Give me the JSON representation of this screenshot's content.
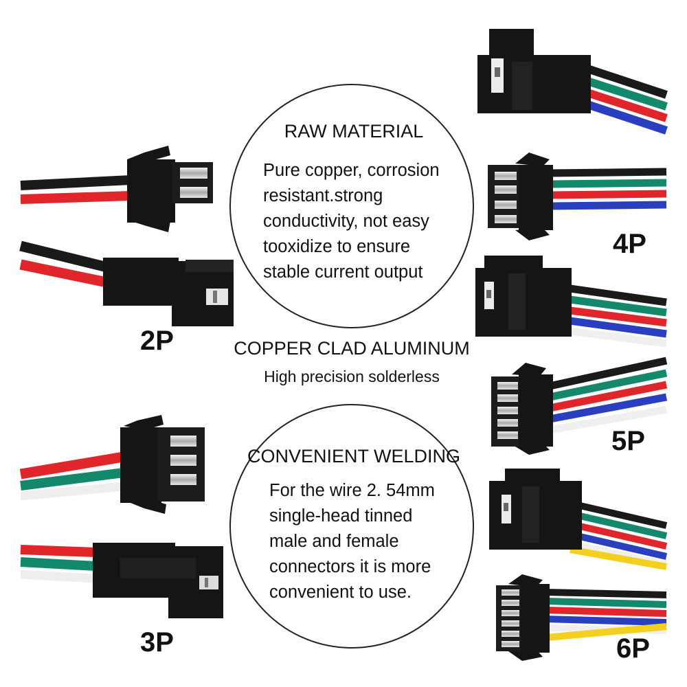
{
  "raw_material": {
    "title": "RAW MATERIAL",
    "body": "Pure copper, corrosion\nresistant.strong\nconductivity, not easy\ntooxidize to ensure\nstable current output"
  },
  "copper_clad": {
    "title": "COPPER CLAD ALUMINUM",
    "subtitle": "High precision solderless"
  },
  "convenient_welding": {
    "title": "CONVENIENT WELDING",
    "body": "For the wire 2. 54mm\nsingle-head tinned\nmale and female\nconnectors it is more\nconvenient to use."
  },
  "size_labels": {
    "p2": "2P",
    "p3": "3P",
    "p4": "4P",
    "p5": "5P",
    "p6": "6P"
  },
  "colors": {
    "housing": "#151515",
    "wire_black": "#1a1a1a",
    "wire_red": "#e0262b",
    "wire_green": "#13886a",
    "wire_blue": "#2a3fc0",
    "wire_white": "#f2f2f2",
    "wire_yellow": "#f3cf1f",
    "pin_silver": "#c8c8c8"
  }
}
